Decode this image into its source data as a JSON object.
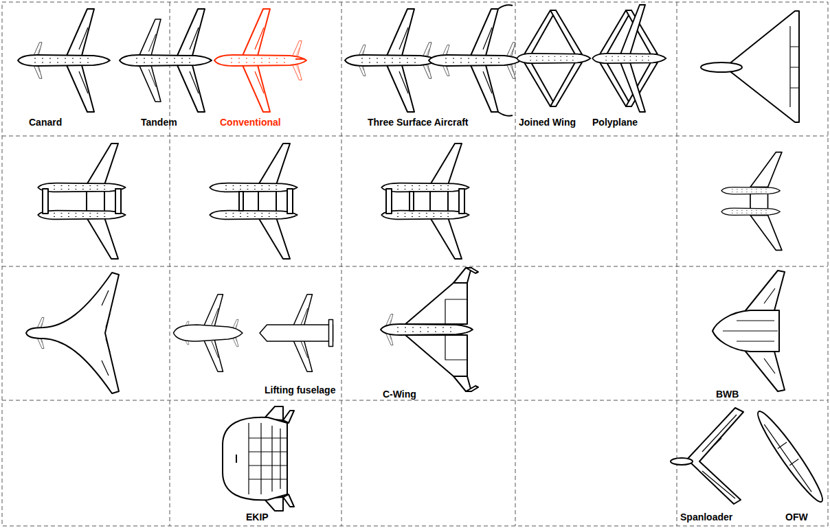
{
  "diagram": {
    "labels": [
      "Canard",
      "Tandem",
      "Conventional",
      "Three Surface Aircraft",
      "Joined Wing",
      "Polyplane",
      "Lifting fuselage",
      "C-Wing",
      "BWB",
      "EKIP",
      "Spanloader",
      "OFW"
    ]
  }
}
